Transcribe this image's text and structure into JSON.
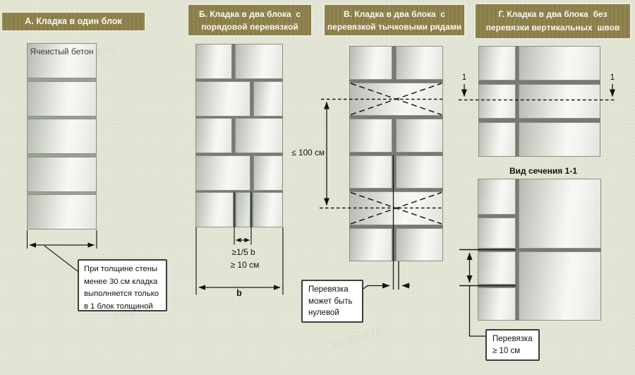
{
  "watermark": "Ка-Дом.ru",
  "colors": {
    "background": "#dfe2d0",
    "header_fill": "#8d8049",
    "header_text": "#faf8ef",
    "block_light": "#f3f4f1",
    "block_dark": "#b3b7af",
    "line": "#1a1a1a",
    "callout_bg": "#ffffff"
  },
  "panel_a": {
    "title": "А. Кладка в один блок",
    "block_label": "Ячеистый бетон",
    "callout_line1": "При толщине стены",
    "callout_line2": "менее 30 см кладка",
    "callout_line3": "выполняется только",
    "callout_line4": "в 1 блок толщиной"
  },
  "panel_b": {
    "title_line1": "Б. Кладка в два блока  с",
    "title_line2": "порядовой перевязкой",
    "overlap_label_line1": "≥1/5 b",
    "overlap_label_line2": "≥ 10 см",
    "width_label": "b"
  },
  "panel_v": {
    "title_line1": "В. Кладка в два блока  с",
    "title_line2": "перевязкой тычковыми рядами",
    "height_label": "≤ 100 см",
    "callout_line1": "Перевязка",
    "callout_line2": "может быть",
    "callout_line3": "нулевой"
  },
  "panel_g": {
    "title_line1": "Г. Кладка в два блока  без",
    "title_line2": "перевязки вертикальных  швов",
    "section_mark_left": "1",
    "section_mark_right": "1",
    "section_view_title": "Вид сечения 1-1",
    "callout_line1": "Перевязка",
    "callout_line2": "≥ 10 см"
  }
}
